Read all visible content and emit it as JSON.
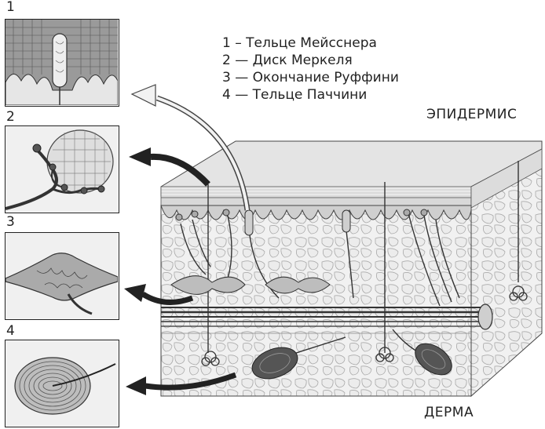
{
  "panels": [
    {
      "number": "1"
    },
    {
      "number": "2"
    },
    {
      "number": "3"
    },
    {
      "number": "4"
    }
  ],
  "legend": [
    "1 – Тельце Мейсснера",
    "2 — Диск Меркеля",
    "3 — Окончание Руффини",
    "4 — Тельце Паччини"
  ],
  "labels": {
    "epidermis": "ЭПИДЕРМИС",
    "dermis": "ДЕРМА"
  }
}
